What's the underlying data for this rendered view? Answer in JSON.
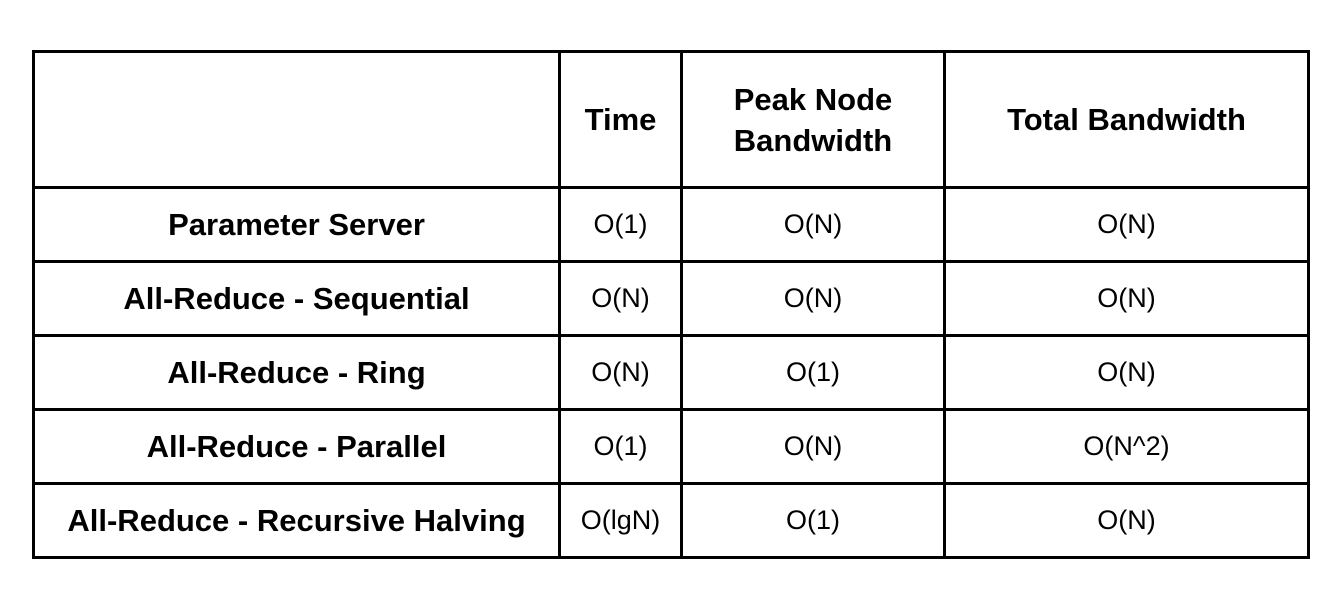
{
  "table": {
    "columns": [
      "",
      "Time",
      "Peak Node\nBandwidth",
      "Total Bandwidth"
    ],
    "column_lines": [
      [
        ""
      ],
      [
        "Time"
      ],
      [
        "Peak Node",
        "Bandwidth"
      ],
      [
        "Total Bandwidth"
      ]
    ],
    "rows": [
      {
        "label": "Parameter Server",
        "time": "O(1)",
        "peak_node_bandwidth": "O(N)",
        "total_bandwidth": "O(N)"
      },
      {
        "label": "All-Reduce - Sequential",
        "time": "O(N)",
        "peak_node_bandwidth": "O(N)",
        "total_bandwidth": "O(N)"
      },
      {
        "label": "All-Reduce - Ring",
        "time": "O(N)",
        "peak_node_bandwidth": "O(1)",
        "total_bandwidth": "O(N)"
      },
      {
        "label": "All-Reduce - Parallel",
        "time": "O(1)",
        "peak_node_bandwidth": "O(N)",
        "total_bandwidth": "O(N^2)"
      },
      {
        "label": "All-Reduce - Recursive Halving",
        "time": "O(lgN)",
        "peak_node_bandwidth": "O(1)",
        "total_bandwidth": "O(N)"
      }
    ]
  }
}
